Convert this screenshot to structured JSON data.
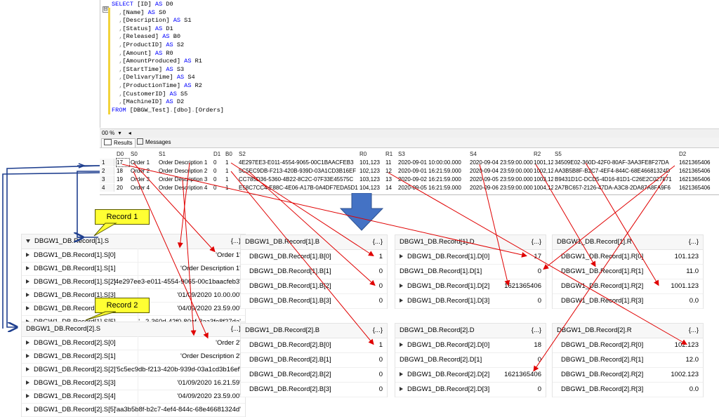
{
  "sql": {
    "collapse_glyph": "⊟",
    "lines": [
      [
        [
          "kw",
          "SELECT "
        ],
        [
          "id",
          "[ID] "
        ],
        [
          "kw",
          "AS "
        ],
        [
          "id",
          "D0"
        ]
      ],
      [
        [
          "pc",
          "  ,"
        ],
        [
          "id",
          "[Name] "
        ],
        [
          "kw",
          "AS "
        ],
        [
          "id",
          "S0"
        ]
      ],
      [
        [
          "pc",
          "  ,"
        ],
        [
          "id",
          "[Description] "
        ],
        [
          "kw",
          "AS "
        ],
        [
          "id",
          "S1"
        ]
      ],
      [
        [
          "pc",
          "  ,"
        ],
        [
          "id",
          "[Status] "
        ],
        [
          "kw",
          "AS "
        ],
        [
          "id",
          "D1"
        ]
      ],
      [
        [
          "pc",
          "  ,"
        ],
        [
          "id",
          "[Released] "
        ],
        [
          "kw",
          "AS "
        ],
        [
          "id",
          "B0"
        ]
      ],
      [
        [
          "pc",
          "  ,"
        ],
        [
          "id",
          "[ProductID] "
        ],
        [
          "kw",
          "AS "
        ],
        [
          "id",
          "S2"
        ]
      ],
      [
        [
          "pc",
          "  ,"
        ],
        [
          "id",
          "[Amount] "
        ],
        [
          "kw",
          "AS "
        ],
        [
          "id",
          "R0"
        ]
      ],
      [
        [
          "pc",
          "  ,"
        ],
        [
          "id",
          "[AmountProduced] "
        ],
        [
          "kw",
          "AS "
        ],
        [
          "id",
          "R1"
        ]
      ],
      [
        [
          "pc",
          "  ,"
        ],
        [
          "id",
          "[StartTime] "
        ],
        [
          "kw",
          "AS "
        ],
        [
          "id",
          "S3"
        ]
      ],
      [
        [
          "pc",
          "  ,"
        ],
        [
          "id",
          "[DelivaryTime] "
        ],
        [
          "kw",
          "AS "
        ],
        [
          "id",
          "S4"
        ]
      ],
      [
        [
          "pc",
          "  ,"
        ],
        [
          "id",
          "[ProductionTime] "
        ],
        [
          "kw",
          "AS "
        ],
        [
          "id",
          "R2"
        ]
      ],
      [
        [
          "pc",
          "  ,"
        ],
        [
          "id",
          "[CustomerID] "
        ],
        [
          "kw",
          "AS "
        ],
        [
          "id",
          "S5"
        ]
      ],
      [
        [
          "pc",
          "  ,"
        ],
        [
          "id",
          "[MachineID] "
        ],
        [
          "kw",
          "AS "
        ],
        [
          "id",
          "D2"
        ]
      ],
      [
        [
          "kw",
          "FROM "
        ],
        [
          "id",
          "[DBGW_Test]"
        ],
        [
          "pc",
          "."
        ],
        [
          "id",
          "[dbo]"
        ],
        [
          "pc",
          "."
        ],
        [
          "id",
          "[Orders]"
        ]
      ]
    ]
  },
  "zoom": {
    "label": "00 %",
    "dropdown": "▾",
    "scroll": "◂"
  },
  "tabs": {
    "results": "Results",
    "messages": "Messages"
  },
  "grid": {
    "headers": [
      "D0",
      "S0",
      "S1",
      "D1",
      "B0",
      "S2",
      "R0",
      "R1",
      "S3",
      "S4",
      "R2",
      "S5",
      "D2"
    ],
    "rows": [
      [
        "1",
        "17",
        "Order 1",
        "Order Description 1",
        "0",
        "1",
        "4E297EE3-E011-4554-9065-00C1BAACFEB3",
        "101,123",
        "11",
        "2020-09-01 10:00:00.000",
        "2020-09-04 23:59:00.000",
        "1001,123",
        "34509E02-360D-42F0-80AF-3AA3FE8F27DA",
        "1621365406"
      ],
      [
        "2",
        "18",
        "Order 2",
        "Order Description 2",
        "0",
        "1",
        "5C5EC9DB-F213-420B-939D-03A1CD3B16EF",
        "102,123",
        "12",
        "2020-09-01 16:21:59.000",
        "2020-09-04 23:59:00.000",
        "1002,123",
        "AA3B5B8F-B2C7-4EF4-844C-68E46681324D",
        "1621365406"
      ],
      [
        "3",
        "19",
        "Order 3",
        "Order Description 3",
        "0",
        "1",
        "CC785D36-5360-4B22-8C2C-07F33E45575C",
        "103,123",
        "13",
        "2020-09-02 16:21:59.000",
        "2020-09-05 23:59:00.000",
        "1003,123",
        "B9431D1C-DCD5-4D16-81D1-C26E2C027871",
        "1621365406"
      ],
      [
        "4",
        "20",
        "Order 4",
        "Order Description 4",
        "0",
        "1",
        "E58C7CC4-E88C-4E06-A17B-0A4DF7EDA5D1",
        "104,123",
        "14",
        "2020-09-05 16:21:59.000",
        "2020-09-06 23:59:00.000",
        "1004,123",
        "2A7BC657-2126-47DA-A3C8-2DA87A8FA9F6",
        "1621365406"
      ]
    ]
  },
  "callouts": {
    "record1": "Record 1",
    "record2": "Record 2"
  },
  "panels": {
    "r1s": {
      "title": "DBGW1_DB.Record[1].S",
      "brace": "{...}",
      "rows": [
        [
          "DBGW1_DB.Record[1].S[0]",
          "'Order 1'"
        ],
        [
          "DBGW1_DB.Record[1].S[1]",
          "'Order Description 1'"
        ],
        [
          "DBGW1_DB.Record[1].S[2]",
          "'4e297ee3-e011-4554-9065-00c1baacfeb3'"
        ],
        [
          "DBGW1_DB.Record[1].S[3]",
          "'01/09/2020 10.00.00'"
        ],
        [
          "DBGW1_DB.Record[1].S[4]",
          "'04/09/2020 23.59.00'"
        ],
        [
          "DBGW1_DB.Record[1].S[5]",
          "'...2-360d-42f0-80af-3aa3fe8f27da'"
        ]
      ]
    },
    "r2s": {
      "title": "DBGW1_DB.Record[2].S",
      "brace": "{...}",
      "rows": [
        [
          "DBGW1_DB.Record[2].S[0]",
          "'Order 2'"
        ],
        [
          "DBGW1_DB.Record[2].S[1]",
          "'Order Description 2'"
        ],
        [
          "DBGW1_DB.Record[2].S[2]",
          "'5c5ec9db-f213-420b-939d-03a1cd3b16ef'"
        ],
        [
          "DBGW1_DB.Record[2].S[3]",
          "'01/09/2020 16.21.59'"
        ],
        [
          "DBGW1_DB.Record[2].S[4]",
          "'04/09/2020 23.59.00'"
        ],
        [
          "DBGW1_DB.Record[2].S[5]",
          "'aa3b5b8f-b2c7-4ef4-844c-68e46681324d'"
        ]
      ]
    },
    "r1b": {
      "title": "DBGW1_DB.Record[1].B",
      "brace": "{...}",
      "rows": [
        [
          "DBGW1_DB.Record[1].B[0]",
          "1"
        ],
        [
          "DBGW1_DB.Record[1].B[1]",
          "0"
        ],
        [
          "DBGW1_DB.Record[1].B[2]",
          "0"
        ],
        [
          "DBGW1_DB.Record[1].B[3]",
          "0"
        ]
      ]
    },
    "r2b": {
      "title": "DBGW1_DB.Record[2].B",
      "brace": "{...}",
      "rows": [
        [
          "DBGW1_DB.Record[2].B[0]",
          "1"
        ],
        [
          "DBGW1_DB.Record[2].B[1]",
          "0"
        ],
        [
          "DBGW1_DB.Record[2].B[2]",
          "0"
        ],
        [
          "DBGW1_DB.Record[2].B[3]",
          "0"
        ]
      ]
    },
    "r1d": {
      "title": "DBGW1_DB.Record[1].D",
      "brace": "{...}",
      "rows": [
        [
          "DBGW1_DB.Record[1].D[0]",
          "17"
        ],
        [
          "DBGW1_DB.Record[1].D[1]",
          "0"
        ],
        [
          "DBGW1_DB.Record[1].D[2]",
          "1621365406"
        ],
        [
          "DBGW1_DB.Record[1].D[3]",
          "0"
        ]
      ]
    },
    "r2d": {
      "title": "DBGW1_DB.Record[2].D",
      "brace": "{...}",
      "rows": [
        [
          "DBGW1_DB.Record[2].D[0]",
          "18"
        ],
        [
          "DBGW1_DB.Record[2].D[1]",
          "0"
        ],
        [
          "DBGW1_DB.Record[2].D[2]",
          "1621365406"
        ],
        [
          "DBGW1_DB.Record[2].D[3]",
          "0"
        ]
      ]
    },
    "r1r": {
      "title": "DBGW1_DB.Record[1].R",
      "brace": "{...}",
      "rows": [
        [
          "DBGW1_DB.Record[1].R[0]",
          "101.123"
        ],
        [
          "DBGW1_DB.Record[1].R[1]",
          "11.0"
        ],
        [
          "DBGW1_DB.Record[1].R[2]",
          "1001.123"
        ],
        [
          "DBGW1_DB.Record[1].R[3]",
          "0.0"
        ]
      ]
    },
    "r2r": {
      "title": "DBGW1_DB.Record[2].R",
      "brace": "{...}",
      "rows": [
        [
          "DBGW1_DB.Record[2].R[0]",
          "102.123"
        ],
        [
          "DBGW1_DB.Record[2].R[1]",
          "12.0"
        ],
        [
          "DBGW1_DB.Record[2].R[2]",
          "1002.123"
        ],
        [
          "DBGW1_DB.Record[2].R[3]",
          "0.0"
        ]
      ]
    }
  },
  "colors": {
    "arrow": "#e00000",
    "nav_arrow": "#1f3f8f",
    "big_arrow": "#4472c4",
    "callout": "#ffff33"
  }
}
